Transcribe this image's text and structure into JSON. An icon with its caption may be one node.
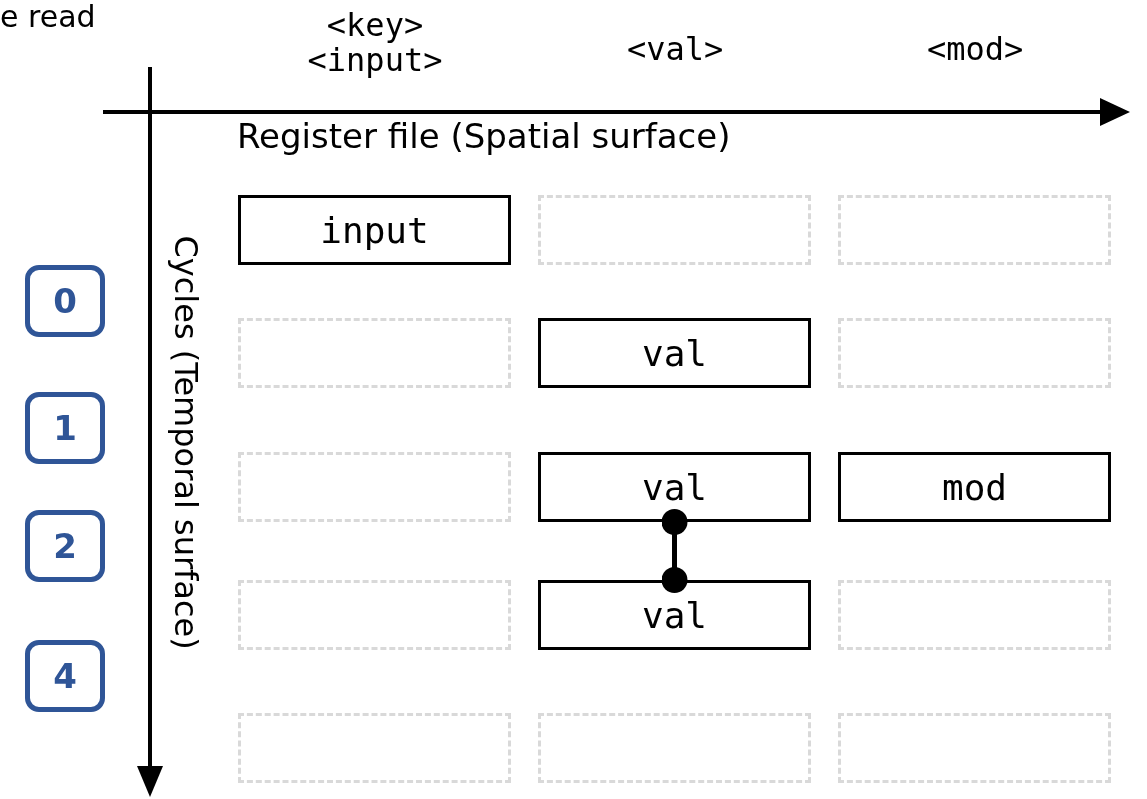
{
  "diagram": {
    "nodes": [
      {
        "text": [
          "input"
        ]
      },
      {
        "text": [],
        "shape": "box"
      },
      {
        "text": [],
        "shape": "box"
      },
      {
        "text": [],
        "shape": "box"
      },
      {
        "text": [
          "val"
        ]
      },
      {
        "text": [],
        "shape": "box"
      },
      {
        "text": [],
        "shape": "box"
      },
      {
        "text": [
          "val"
        ]
      },
      {
        "text": [
          "mod"
        ]
      },
      {
        "text": [],
        "shape": "box"
      },
      {
        "text": [
          "val"
        ]
      },
      {
        "text": [],
        "shape": "box"
      },
      {
        "text": [],
        "shape": "box"
      },
      {
        "text": [],
        "shape": "box"
      },
      {
        "text": [],
        "shape": "box"
      },
      {
        "text": [
          "0"
        ]
      },
      {
        "text": [
          "1"
        ]
      },
      {
        "text": [
          "2"
        ]
      },
      {
        "text": [
          "4"
        ]
      }
    ],
    "edges": [
      {
        "from": 7,
        "to": 10,
        "arrow": "other"
      }
    ],
    "labels": [
      "e read",
      "<key> <input>",
      "<val>",
      "<mod>",
      "Register file (Spatial surface)",
      "Cycles (Temporal surface)"
    ]
  }
}
